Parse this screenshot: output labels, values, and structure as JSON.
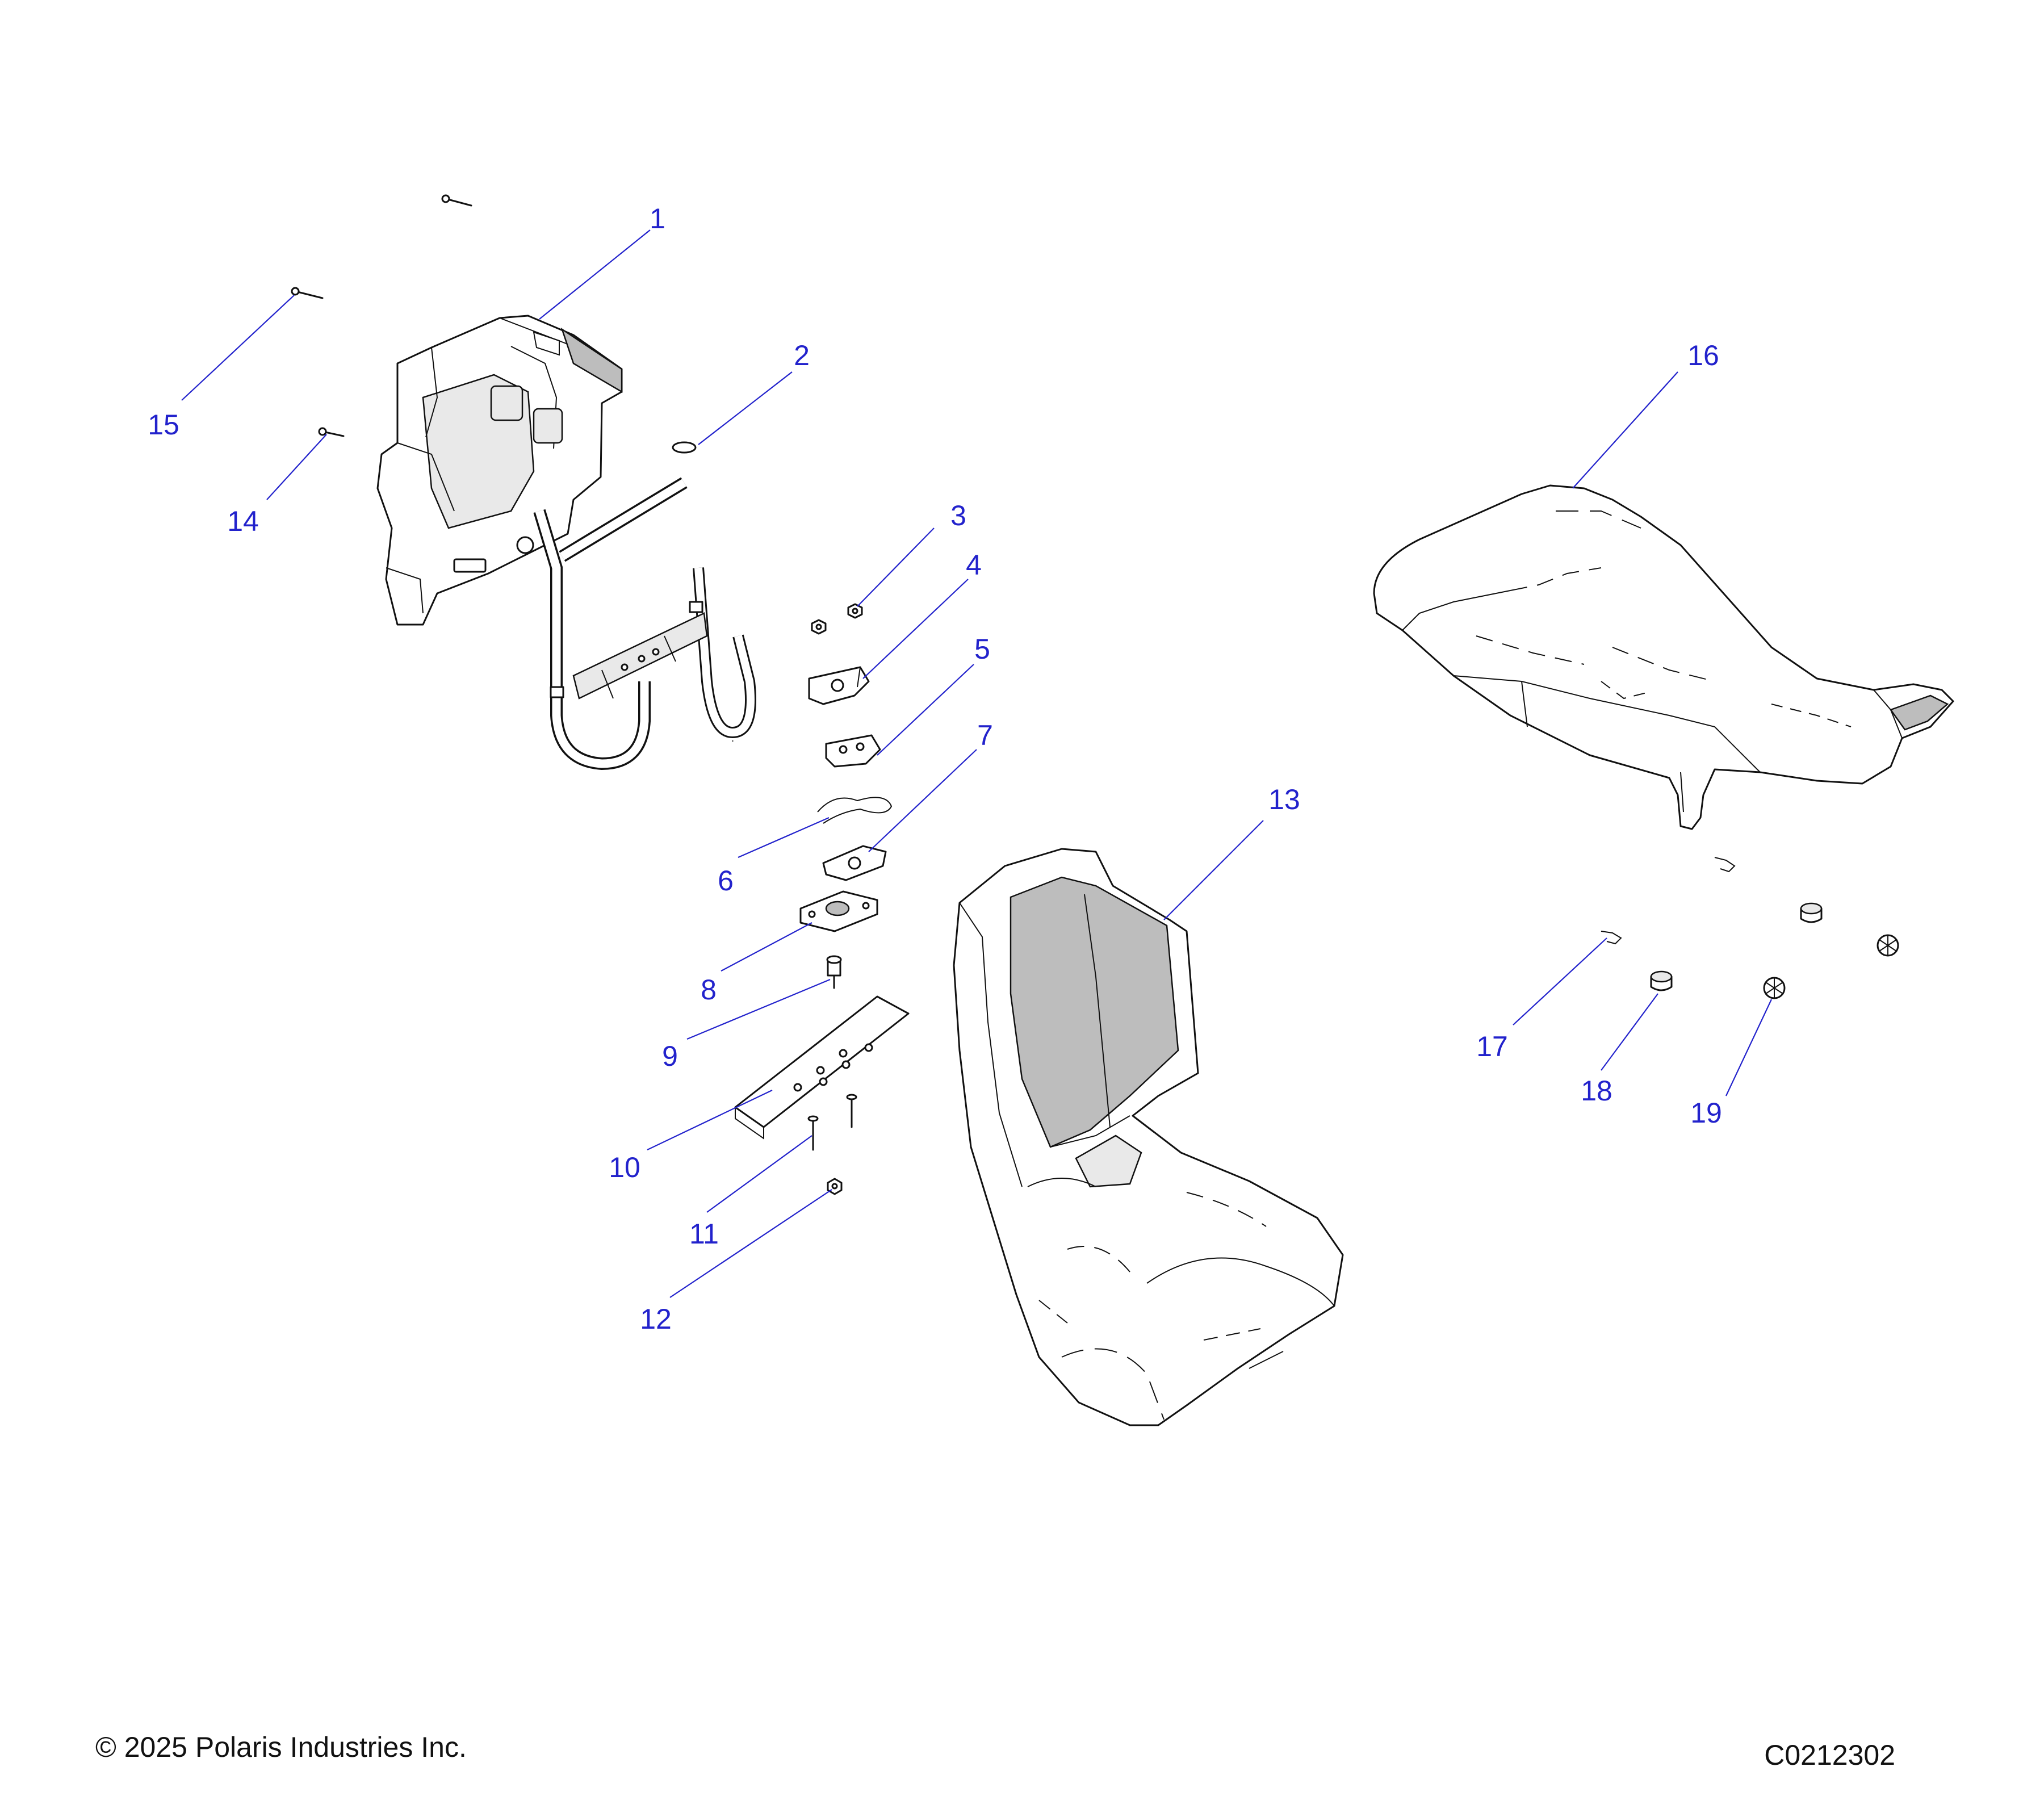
{
  "callouts": [
    {
      "id": "1",
      "label": "1"
    },
    {
      "id": "2",
      "label": "2"
    },
    {
      "id": "3",
      "label": "3"
    },
    {
      "id": "4",
      "label": "4"
    },
    {
      "id": "5",
      "label": "5"
    },
    {
      "id": "6",
      "label": "6"
    },
    {
      "id": "7",
      "label": "7"
    },
    {
      "id": "8",
      "label": "8"
    },
    {
      "id": "9",
      "label": "9"
    },
    {
      "id": "10",
      "label": "10"
    },
    {
      "id": "11",
      "label": "11"
    },
    {
      "id": "12",
      "label": "12"
    },
    {
      "id": "13",
      "label": "13"
    },
    {
      "id": "14",
      "label": "14"
    },
    {
      "id": "15",
      "label": "15"
    },
    {
      "id": "16",
      "label": "16"
    },
    {
      "id": "17",
      "label": "17"
    },
    {
      "id": "18",
      "label": "18"
    },
    {
      "id": "19",
      "label": "19"
    }
  ],
  "footer": {
    "copyright": "© 2025 Polaris Industries Inc.",
    "figure_id": "C0212302"
  },
  "colors": {
    "callout": "#2222cc",
    "linework": "#111111",
    "background": "#ffffff"
  }
}
